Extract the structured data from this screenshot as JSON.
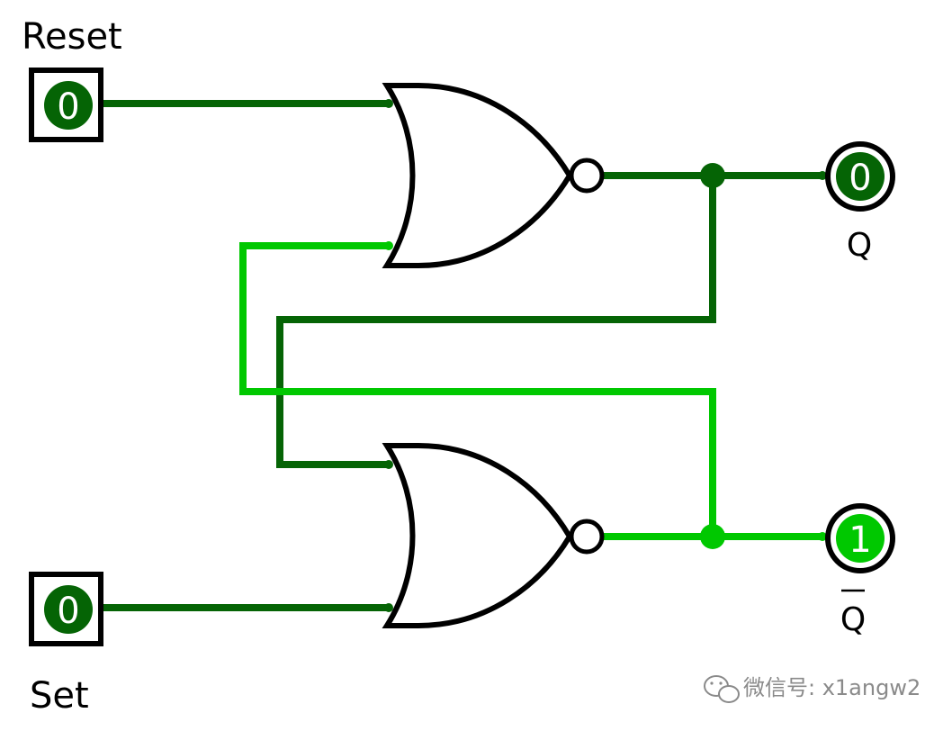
{
  "colors": {
    "wire_low": "#056405",
    "wire_high": "#00c800",
    "gate_stroke": "#000000",
    "pin_text": "#ffffff",
    "watermark": "#8a8a8a"
  },
  "inputs": {
    "reset": {
      "label": "Reset",
      "value": "0"
    },
    "set": {
      "label": "Set",
      "value": "0"
    }
  },
  "outputs": {
    "q": {
      "label": "Q",
      "value": "0"
    },
    "q_bar": {
      "label": "Q",
      "overline": true,
      "value": "1"
    }
  },
  "gates": [
    {
      "type": "NOR",
      "name": "top"
    },
    {
      "type": "NOR",
      "name": "bottom"
    }
  ],
  "watermark": {
    "text": "微信号: x1angw2",
    "icon": "wechat-icon"
  }
}
